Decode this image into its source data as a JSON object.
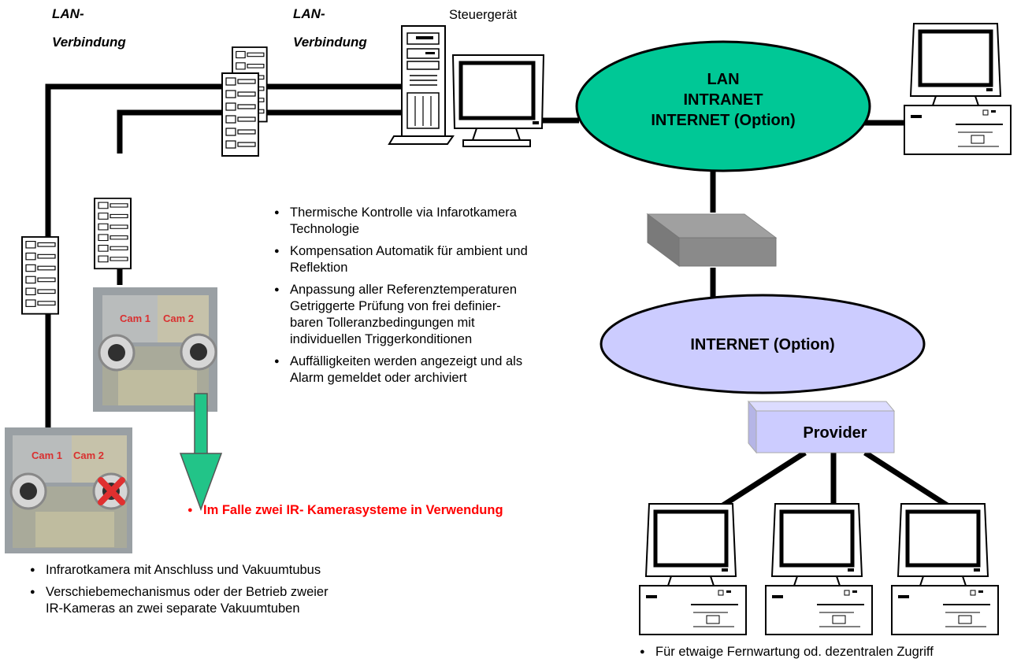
{
  "labels": {
    "lan_left_line1": "LAN-",
    "lan_left_line2": "Verbindung",
    "lan_mid_line1": "LAN-",
    "lan_mid_line2": "Verbindung",
    "steuergeraet": "Steuergerät"
  },
  "clouds": {
    "lan_line1": "LAN",
    "lan_line2": "INTRANET",
    "lan_line3": "INTERNET (Option)",
    "internet": "INTERNET (Option)",
    "provider": "Provider"
  },
  "features": [
    "Thermische Kontrolle via Infarotkamera\nTechnologie",
    "Kompensation Automatik für ambient und\nReflektion",
    "Anpassung aller Referenztemperaturen\nGetriggerte Prüfung von frei definier-\nbaren Tolleranzbedingungen mit\nindividuellen Triggerkonditionen",
    "Auffälligkeiten werden angezeigt und als\nAlarm gemeldet oder archiviert"
  ],
  "camera_notes": [
    "Infrarotkamera mit Anschluss und Vakuumtubus",
    "Verschiebemechanismus oder der Betrieb zweier\nIR-Kameras an zwei separate Vakuumtuben"
  ],
  "red_note": "Im Falle zwei IR- Kamerasysteme in Verwendung",
  "remote_note": "Für etwaige Fernwartung od. dezentralen Zugriff",
  "camera_labels": {
    "cam1": "Cam 1",
    "cam2": "Cam 2"
  },
  "colors": {
    "lan_cloud": "#00c896",
    "internet_cloud": "#ccccff",
    "provider_box": "#ccccff",
    "router": "#8a8a8a",
    "arrow": "#22c488",
    "highlight_text": "#ff0000"
  },
  "icons": [
    "server-icon",
    "monitor-icon",
    "desktop-computer-icon",
    "network-switch-icon",
    "router-icon",
    "camera-housing-photo",
    "arrow-down-icon"
  ]
}
